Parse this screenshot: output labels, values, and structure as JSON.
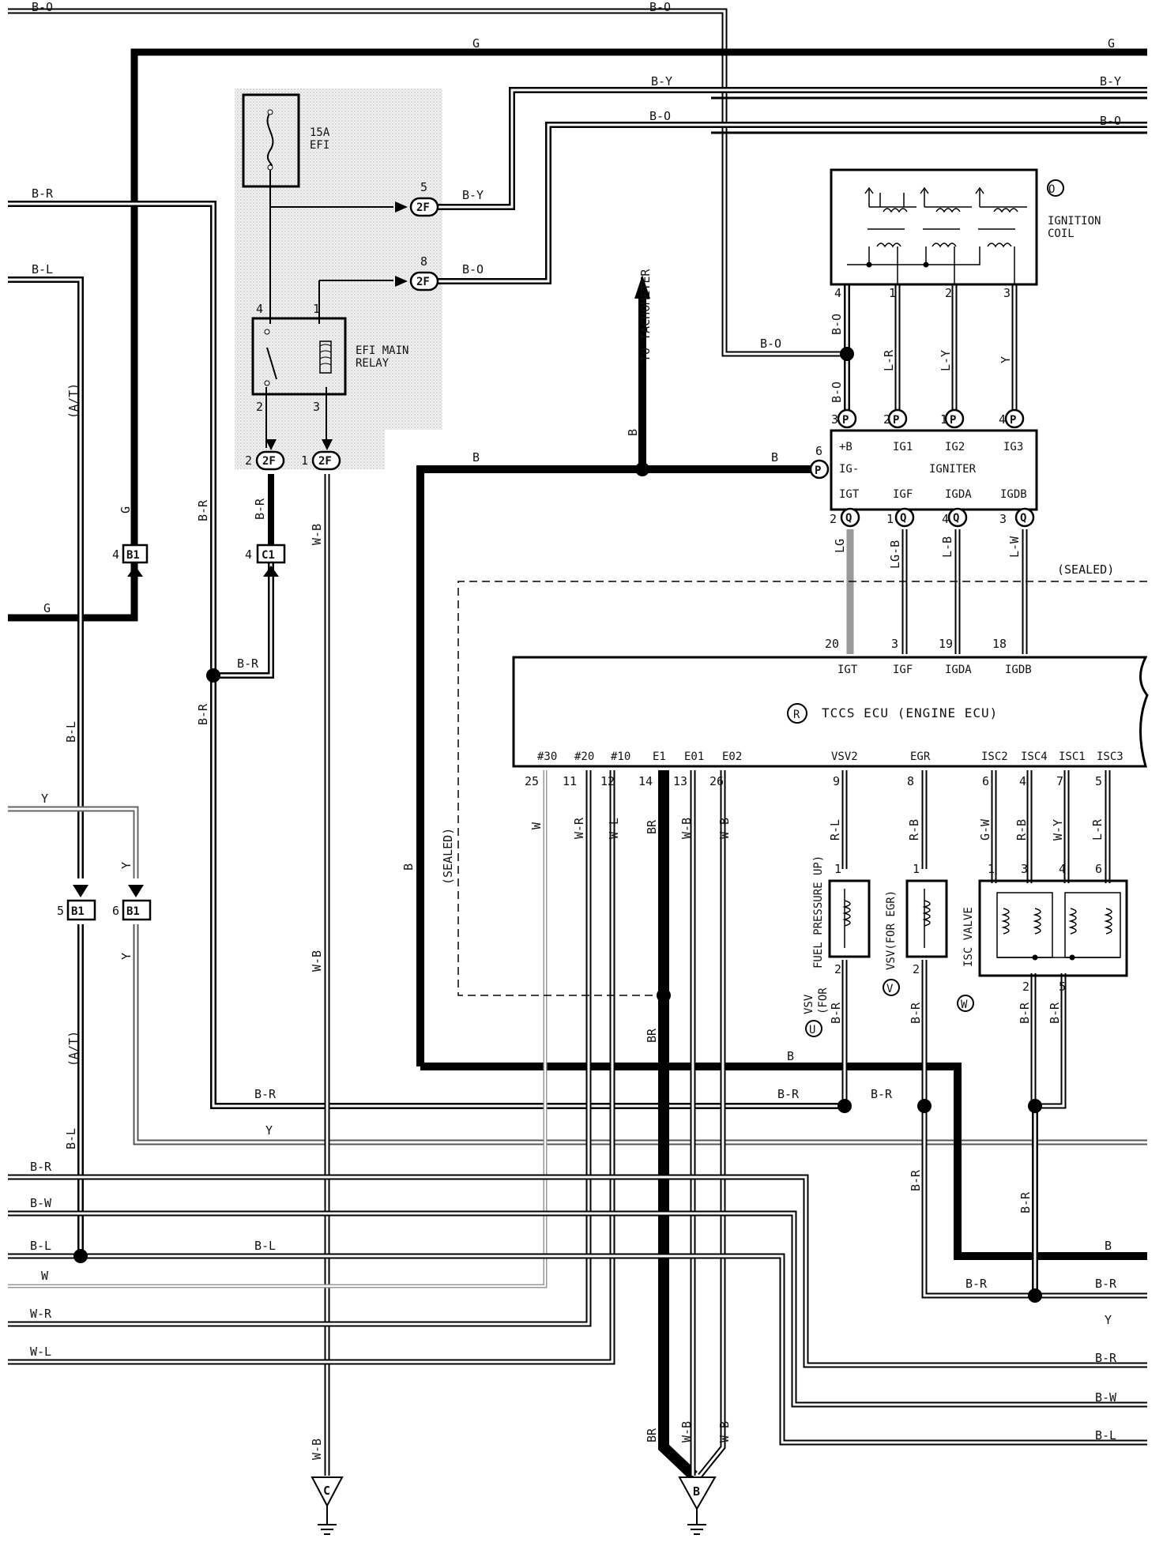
{
  "wire_labels": {
    "top_bo": "B-O",
    "top_bo_right": "B-O",
    "g_top": "G",
    "g_right": "G",
    "by_top": "B-Y",
    "by_right": "B-Y",
    "bo_mid": "B-O",
    "bo_right": "B-O",
    "br_left": "B-R",
    "bl_left": "B-L",
    "at1": "(A/T)",
    "at2": "(A/T)",
    "g_vert": "G",
    "br_vert": "B-R",
    "br_vert2": "B-R",
    "br_c1": "B-R",
    "br_horiz": "B-R",
    "g_left": "G",
    "bl_vert": "B-L",
    "bl_vert2": "B-L",
    "y_left": "Y",
    "y_vert": "Y",
    "y_vert2": "Y",
    "by_2f": "B-Y",
    "bo_2f": "B-O",
    "wb_relay": "W-B",
    "wb_vert": "W-B",
    "wb_bottom": "W-B",
    "b_main": "B",
    "b_right": "B",
    "b_left_vert": "B",
    "b_tach": "B",
    "bo_coil": "B-O",
    "bo_coil2": "B-O",
    "bo_horiz": "B-O",
    "lr_coil": "L-R",
    "ly_coil": "L-Y",
    "y_coil": "Y",
    "lg": "LG",
    "lgb": "LG-B",
    "lb": "L-B",
    "lw": "L-W",
    "w_30": "W",
    "wr_20": "W-R",
    "wl_10": "W-L",
    "br_e1": "BR",
    "wb_e01": "W-B",
    "wb_e02": "W-B",
    "rl_vsv2": "R-L",
    "rb_egr": "R-B",
    "gw_isc": "G-W",
    "rb_isc": "R-B",
    "wy_isc": "W-Y",
    "lr_isc": "L-R",
    "br_e1b": "BR",
    "br_vsv": "B-R",
    "br_egr": "B-R",
    "br_isc1": "B-R",
    "br_isc2": "B-R",
    "b_bus": "B",
    "br_bus1": "B-R",
    "br_bus2": "B-R",
    "y_bus": "Y",
    "br_egr_down": "B-R",
    "br_isc_down": "B-R",
    "bus_br": "B-R",
    "bus_bw": "B-W",
    "bus_bl": "B-L",
    "bus_bl_mid": "B-L",
    "bus_w": "W",
    "bus_wr": "W-R",
    "bus_wl": "W-L",
    "r_b": "B",
    "r_br": "B-R",
    "r_y": "Y",
    "r_br2": "B-R",
    "r_bw": "B-W",
    "r_bl": "B-L",
    "wb_ground": "W-B",
    "br_ground": "BR",
    "wb_g1": "W-B",
    "wb_g2": "W-B"
  },
  "components": {
    "fuse": {
      "line1": "15A",
      "line2": "EFI"
    },
    "relay": {
      "line1": "EFI MAIN",
      "line2": "RELAY"
    },
    "ignition_coil": {
      "tag": "O",
      "line1": "IGNITION",
      "line2": "COIL"
    },
    "igniter": {
      "name": "IGNITER",
      "plus_b": "+B",
      "ig_minus": "IG-",
      "igt": "IGT",
      "igf": "IGF",
      "igda": "IGDA",
      "igdb": "IGDB",
      "ig1": "IG1",
      "ig2": "IG2",
      "ig3": "IG3"
    },
    "ecu": {
      "tag": "R",
      "name": "TCCS ECU (ENGINE ECU)",
      "igt": "IGT",
      "igf": "IGF",
      "igda": "IGDA",
      "igdb": "IGDB",
      "n30": "#30",
      "n20": "#20",
      "n10": "#10",
      "e1": "E1",
      "e01": "E01",
      "e02": "E02",
      "vsv2": "VSV2",
      "egr": "EGR",
      "isc2": "ISC2",
      "isc4": "ISC4",
      "isc1": "ISC1",
      "isc3": "ISC3"
    },
    "vsv_fuel": {
      "tag": "U",
      "line1": "VSV",
      "line2": "(FOR",
      "line3": "FUEL PRESSURE UP)"
    },
    "vsv_egr": {
      "tag": "V",
      "line1": "VSV(FOR EGR)"
    },
    "isc": {
      "tag": "W",
      "line1": "ISC VALVE"
    },
    "tachometer": "TO TACHOMETER",
    "sealed_top": "(SEALED)",
    "sealed_left": "(SEALED)",
    "ground_c": "C",
    "ground_b": "B"
  },
  "connectors": {
    "c2f": "2F",
    "b1": "B1",
    "c1": "C1",
    "p": "P",
    "q": "Q"
  },
  "pins": {
    "p5": "5",
    "p8": "8",
    "p4": "4",
    "p1": "1",
    "p2": "2",
    "p3": "3",
    "b1_4": "4",
    "c1_4": "4",
    "b1_5": "5",
    "b1_6": "6",
    "f2_2": "2",
    "f2_1": "1",
    "coil_4": "4",
    "coil_1": "1",
    "coil_2": "2",
    "coil_3": "3",
    "ig_3": "3",
    "ig_2": "2",
    "ig_1": "1",
    "ig_4": "4",
    "ig_6": "6",
    "igq_2": "2",
    "igq_1": "1",
    "igq_4": "4",
    "igq_3": "3",
    "ecu_20": "20",
    "ecu_3": "3",
    "ecu_19": "19",
    "ecu_18": "18",
    "ecu_25": "25",
    "ecu_11": "11",
    "ecu_12": "12",
    "ecu_14": "14",
    "ecu_13": "13",
    "ecu_26": "26",
    "ecu_9": "9",
    "ecu_8": "8",
    "ecu_6": "6",
    "ecu_4": "4",
    "ecu_7": "7",
    "ecu_5": "5",
    "vsv_1": "1",
    "vsv_2": "2",
    "egr_1": "1",
    "egr_2": "2",
    "isc_1": "1",
    "isc_3": "3",
    "isc_4": "4",
    "isc_6": "6",
    "isc_2": "2",
    "isc_5": "5"
  }
}
